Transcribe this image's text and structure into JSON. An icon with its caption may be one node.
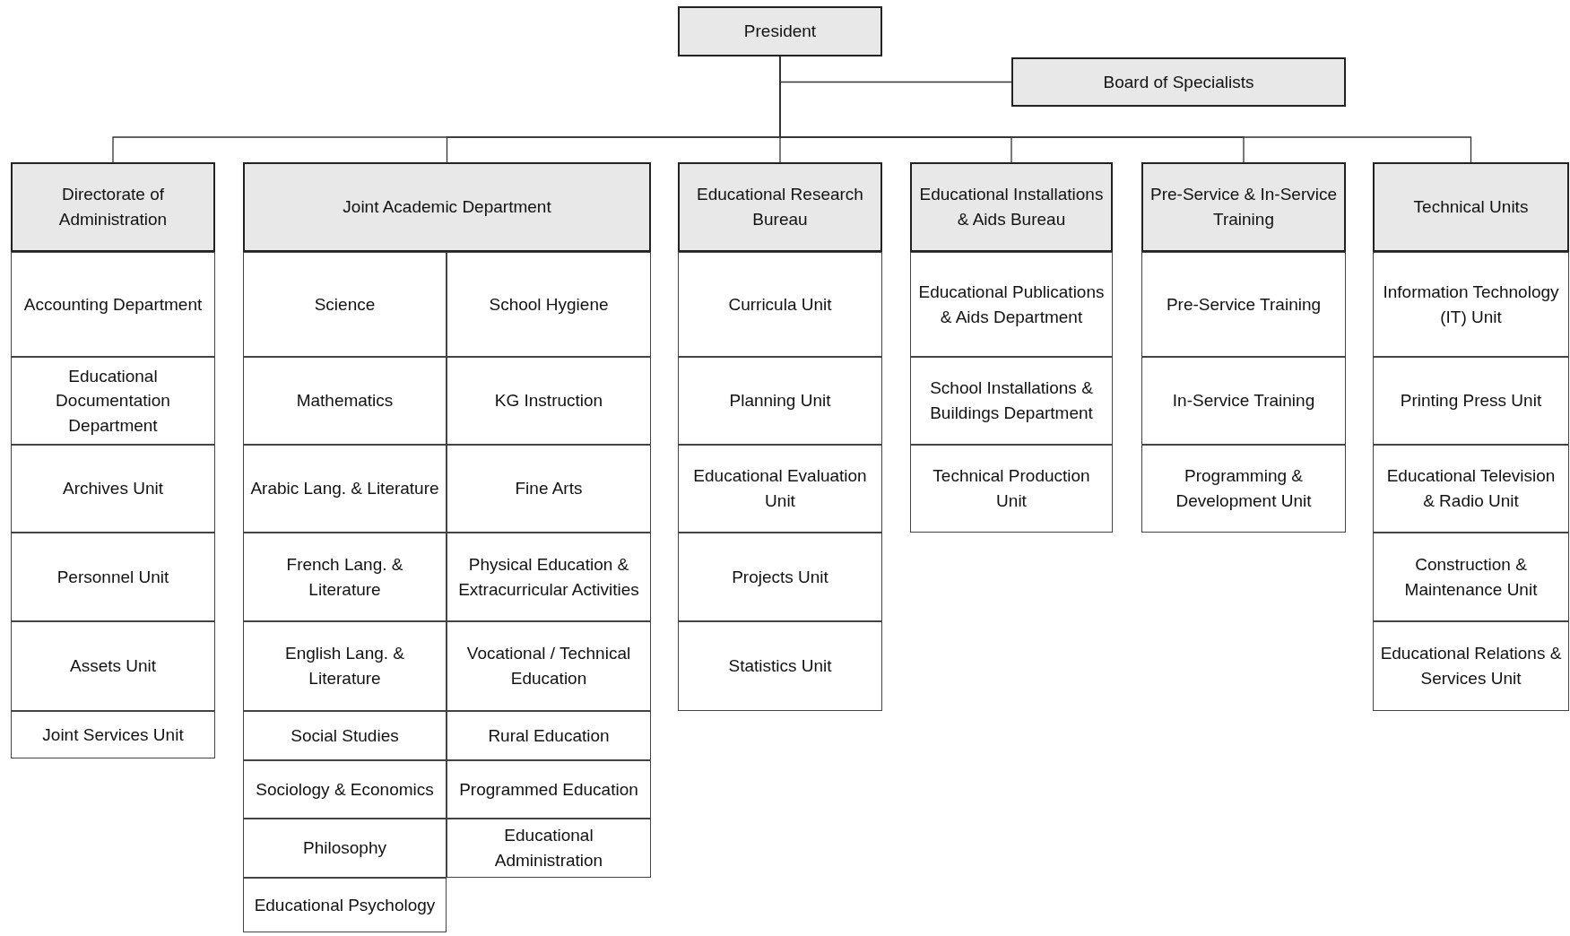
{
  "diagram": {
    "nodes": [
      {
        "text": [
          "President"
        ]
      },
      {
        "text": [
          "Board of Specialists"
        ]
      },
      {
        "text": [
          "Directorate of Administration"
        ]
      },
      {
        "text": [
          "Joint Academic Department"
        ]
      },
      {
        "text": [
          "Educational Research Bureau"
        ]
      },
      {
        "text": [
          "Educational Installations & Aids Bureau"
        ]
      },
      {
        "text": [
          "Pre-Service & In-Service Training"
        ]
      },
      {
        "text": [
          "Technical Units"
        ]
      },
      {
        "text": [
          "Accounting Department"
        ]
      },
      {
        "text": [
          "Educational Documentation Department"
        ]
      },
      {
        "text": [
          "Archives Unit"
        ]
      },
      {
        "text": [
          "Personnel Unit"
        ]
      },
      {
        "text": [
          "Assets Unit"
        ]
      },
      {
        "text": [
          "Joint Services Unit"
        ]
      },
      {
        "text": [
          "Science"
        ]
      },
      {
        "text": [
          "Mathematics"
        ]
      },
      {
        "text": [
          "Arabic Lang. & Literature"
        ]
      },
      {
        "text": [
          "French Lang. & Literature"
        ]
      },
      {
        "text": [
          "English Lang. & Literature"
        ]
      },
      {
        "text": [
          "Social Studies"
        ]
      },
      {
        "text": [
          "Sociology & Economics"
        ]
      },
      {
        "text": [
          "Philosophy"
        ]
      },
      {
        "text": [
          "Educational Psychology"
        ]
      },
      {
        "text": [
          "School Hygiene"
        ]
      },
      {
        "text": [
          "KG Instruction"
        ]
      },
      {
        "text": [
          "Fine Arts"
        ]
      },
      {
        "text": [
          "Physical Education & Extracurricular Activities"
        ]
      },
      {
        "text": [
          "Vocational / Technical Education"
        ]
      },
      {
        "text": [
          "Rural Education"
        ]
      },
      {
        "text": [
          "Programmed Education"
        ]
      },
      {
        "text": [
          "Educational Administration"
        ]
      },
      {
        "text": [
          "Curricula Unit"
        ]
      },
      {
        "text": [
          "Planning Unit"
        ]
      },
      {
        "text": [
          "Educational Evaluation Unit"
        ]
      },
      {
        "text": [
          "Projects Unit"
        ]
      },
      {
        "text": [
          "Statistics Unit"
        ]
      },
      {
        "text": [
          "Educational Publications & Aids Department"
        ]
      },
      {
        "text": [
          "School Installations & Buildings Department"
        ]
      },
      {
        "text": [
          "Technical Production Unit"
        ]
      },
      {
        "text": [
          "Pre-Service Training"
        ]
      },
      {
        "text": [
          "In-Service Training"
        ]
      },
      {
        "text": [
          "Programming & Development Unit"
        ]
      },
      {
        "text": [
          "Information Technology (IT) Unit"
        ]
      },
      {
        "text": [
          "Printing Press Unit"
        ]
      },
      {
        "text": [
          "Educational Television & Radio Unit"
        ]
      },
      {
        "text": [
          "Construction & Maintenance Unit"
        ]
      },
      {
        "text": [
          "Educational Relations & Services Unit"
        ]
      }
    ],
    "edges": [
      {
        "from": 0,
        "to": 1,
        "arrow": "none"
      },
      {
        "from": 0,
        "to": 2,
        "arrow": "none"
      },
      {
        "from": 0,
        "to": 3,
        "arrow": "none"
      },
      {
        "from": 0,
        "to": 4,
        "arrow": "none"
      },
      {
        "from": 0,
        "to": 5,
        "arrow": "none"
      },
      {
        "from": 0,
        "to": 6,
        "arrow": "none"
      },
      {
        "from": 0,
        "to": 7,
        "arrow": "none"
      }
    ]
  }
}
